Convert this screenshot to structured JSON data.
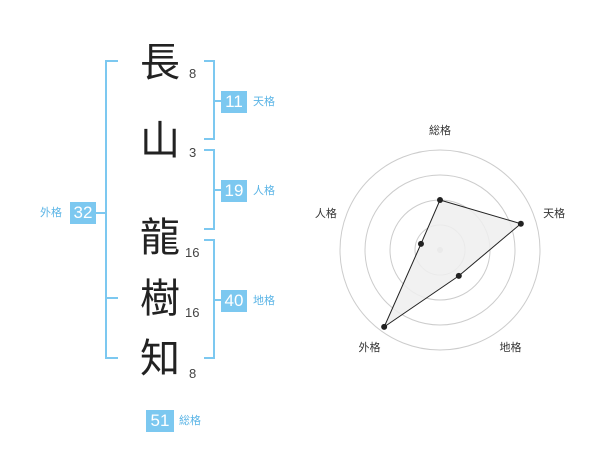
{
  "name_chars": [
    {
      "char": "長",
      "strokes": "8"
    },
    {
      "char": "山",
      "strokes": "3"
    },
    {
      "char": "龍",
      "strokes": "16"
    },
    {
      "char": "樹",
      "strokes": "16"
    },
    {
      "char": "知",
      "strokes": "8"
    }
  ],
  "fortunes": {
    "tenkaku": {
      "value": "11",
      "label": "天格"
    },
    "jinkaku": {
      "value": "19",
      "label": "人格"
    },
    "chikaku": {
      "value": "40",
      "label": "地格"
    },
    "gaikaku": {
      "value": "32",
      "label": "外格"
    },
    "soukaku": {
      "value": "51",
      "label": "総格"
    }
  },
  "chart_data": {
    "type": "radar",
    "axes": [
      "総格",
      "天格",
      "地格",
      "外格",
      "人格"
    ],
    "values": [
      0.5,
      0.85,
      0.32,
      0.95,
      0.2
    ],
    "rings": 4,
    "range": [
      0,
      1
    ]
  },
  "colors": {
    "accent": "#7cc8f0",
    "bracket": "#7cc8f0",
    "label": "#5ab4e6",
    "radar_fill": "#efefef",
    "radar_line": "#222222",
    "ring": "#cccccc"
  }
}
